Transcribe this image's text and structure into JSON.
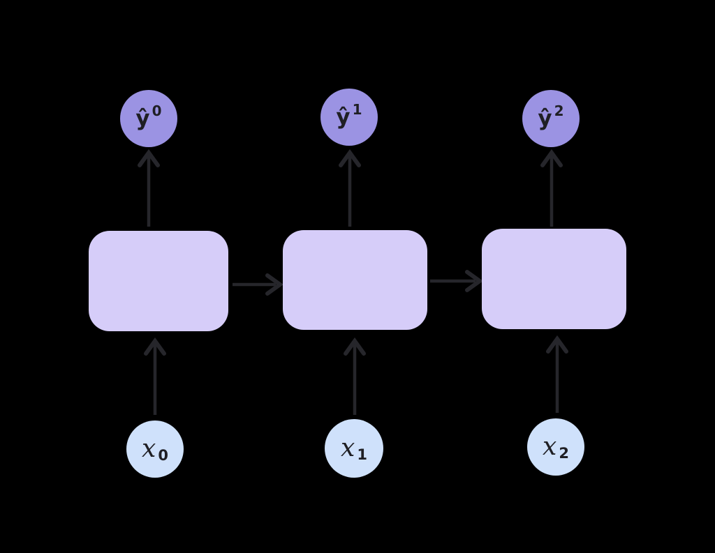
{
  "colors": {
    "background": "#000000",
    "output_node_fill": "#9b93e3",
    "hidden_node_fill": "#d6cdf9",
    "input_node_fill": "#cfe1fb",
    "arrow": "#26262b",
    "node_text": "#1f1f24"
  },
  "nodes": {
    "outputs": [
      {
        "base": "ŷ",
        "sup": "0"
      },
      {
        "base": "ŷ",
        "sup": "1"
      },
      {
        "base": "ŷ",
        "sup": "2"
      }
    ],
    "inputs": [
      {
        "base": "x",
        "sub": "0"
      },
      {
        "base": "x",
        "sub": "1"
      },
      {
        "base": "x",
        "sub": "2"
      }
    ]
  }
}
